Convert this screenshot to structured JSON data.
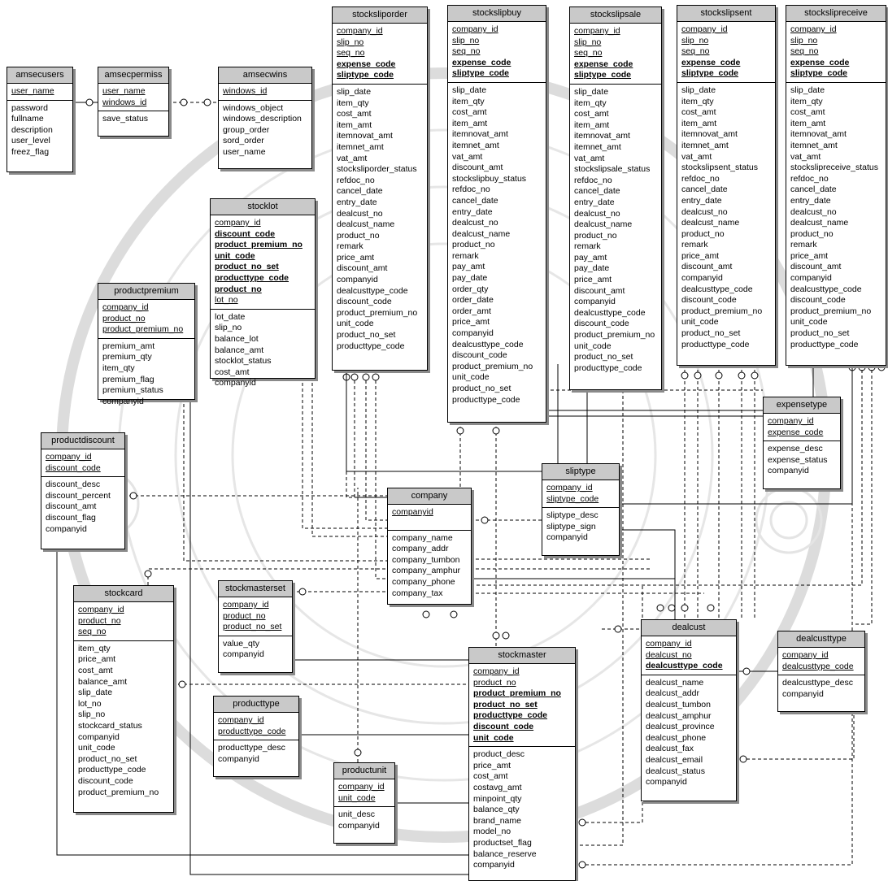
{
  "entities": [
    {
      "name": "amsecusers",
      "keys": [
        {
          "t": "user_name",
          "k": "pk"
        }
      ],
      "attrs": [
        "password",
        "fullname",
        "description",
        "user_level",
        "freez_flag"
      ]
    },
    {
      "name": "amsecpermiss",
      "keys": [
        {
          "t": "user_name",
          "k": "pk"
        },
        {
          "t": "windows_id",
          "k": "pk"
        }
      ],
      "attrs": [
        "save_status"
      ]
    },
    {
      "name": "amsecwins",
      "keys": [
        {
          "t": "windows_id",
          "k": "pk"
        }
      ],
      "attrs": [
        "windows_object",
        "windows_description",
        "group_order",
        "sord_order",
        "user_name"
      ]
    },
    {
      "name": "stocksliporder",
      "keys": [
        {
          "t": "company_id",
          "k": "pk"
        },
        {
          "t": "slip_no",
          "k": "pk"
        },
        {
          "t": "seq_no",
          "k": "pk"
        },
        {
          "t": "expense_code",
          "k": "fk"
        },
        {
          "t": "sliptype_code",
          "k": "fk"
        }
      ],
      "attrs": [
        "slip_date",
        "item_qty",
        "cost_amt",
        "item_amt",
        "itemnovat_amt",
        "itemnet_amt",
        "vat_amt",
        "stocksliporder_status",
        "refdoc_no",
        "cancel_date",
        "entry_date",
        "dealcust_no",
        "dealcust_name",
        "product_no",
        "remark",
        "price_amt",
        "discount_amt",
        "companyid",
        "dealcusttype_code",
        "discount_code",
        "product_premium_no",
        "unit_code",
        "product_no_set",
        "producttype_code"
      ]
    },
    {
      "name": "stockslipbuy",
      "keys": [
        {
          "t": "company_id",
          "k": "pk"
        },
        {
          "t": "slip_no",
          "k": "pk"
        },
        {
          "t": "seq_no",
          "k": "pk"
        },
        {
          "t": "expense_code",
          "k": "fk"
        },
        {
          "t": "sliptype_code",
          "k": "fk"
        }
      ],
      "attrs": [
        "slip_date",
        "item_qty",
        "cost_amt",
        "item_amt",
        "itemnovat_amt",
        "itemnet_amt",
        "vat_amt",
        "discount_amt",
        "stockslipbuy_status",
        "refdoc_no",
        "cancel_date",
        "entry_date",
        "dealcust_no",
        "dealcust_name",
        "product_no",
        "remark",
        "pay_amt",
        "pay_date",
        "order_qty",
        "order_date",
        "order_amt",
        "price_amt",
        "companyid",
        "dealcusttype_code",
        "discount_code",
        "product_premium_no",
        "unit_code",
        "product_no_set",
        "producttype_code"
      ]
    },
    {
      "name": "stockslipsale",
      "keys": [
        {
          "t": "company_id",
          "k": "pk"
        },
        {
          "t": "slip_no",
          "k": "pk"
        },
        {
          "t": "seq_no",
          "k": "pk"
        },
        {
          "t": "expense_code",
          "k": "fk"
        },
        {
          "t": "sliptype_code",
          "k": "fk"
        }
      ],
      "attrs": [
        "slip_date",
        "item_qty",
        "cost_amt",
        "item_amt",
        "itemnovat_amt",
        "itemnet_amt",
        "vat_amt",
        "stockslipsale_status",
        "refdoc_no",
        "cancel_date",
        "entry_date",
        "dealcust_no",
        "dealcust_name",
        "product_no",
        "remark",
        "pay_amt",
        "pay_date",
        "price_amt",
        "discount_amt",
        "companyid",
        "dealcusttype_code",
        "discount_code",
        "product_premium_no",
        "unit_code",
        "product_no_set",
        "producttype_code"
      ]
    },
    {
      "name": "stockslipsent",
      "keys": [
        {
          "t": "company_id",
          "k": "pk"
        },
        {
          "t": "slip_no",
          "k": "pk"
        },
        {
          "t": "seq_no",
          "k": "pk"
        },
        {
          "t": "expense_code",
          "k": "fk"
        },
        {
          "t": "sliptype_code",
          "k": "fk"
        }
      ],
      "attrs": [
        "slip_date",
        "item_qty",
        "cost_amt",
        "item_amt",
        "itemnovat_amt",
        "itemnet_amt",
        "vat_amt",
        "stockslipsent_status",
        "refdoc_no",
        "cancel_date",
        "entry_date",
        "dealcust_no",
        "dealcust_name",
        "product_no",
        "remark",
        "price_amt",
        "discount_amt",
        "companyid",
        "dealcusttype_code",
        "discount_code",
        "product_premium_no",
        "unit_code",
        "product_no_set",
        "producttype_code"
      ]
    },
    {
      "name": "stockslipreceive",
      "keys": [
        {
          "t": "company_id",
          "k": "pk"
        },
        {
          "t": "slip_no",
          "k": "pk"
        },
        {
          "t": "seq_no",
          "k": "pk"
        },
        {
          "t": "expense_code",
          "k": "fk"
        },
        {
          "t": "sliptype_code",
          "k": "fk"
        }
      ],
      "attrs": [
        "slip_date",
        "item_qty",
        "cost_amt",
        "item_amt",
        "itemnovat_amt",
        "itemnet_amt",
        "vat_amt",
        "stockslipreceive_status",
        "refdoc_no",
        "cancel_date",
        "entry_date",
        "dealcust_no",
        "dealcust_name",
        "product_no",
        "remark",
        "price_amt",
        "discount_amt",
        "companyid",
        "dealcusttype_code",
        "discount_code",
        "product_premium_no",
        "unit_code",
        "product_no_set",
        "producttype_code"
      ]
    },
    {
      "name": "stocklot",
      "keys": [
        {
          "t": "company_id",
          "k": "pk"
        },
        {
          "t": "discount_code",
          "k": "fk"
        },
        {
          "t": "product_premium_no",
          "k": "fk"
        },
        {
          "t": "unit_code",
          "k": "fk"
        },
        {
          "t": "product_no_set",
          "k": "fk"
        },
        {
          "t": "producttype_code",
          "k": "fk"
        },
        {
          "t": "product_no",
          "k": "fk"
        },
        {
          "t": "lot_no",
          "k": "pk"
        }
      ],
      "attrs": [
        "lot_date",
        "slip_no",
        "balance_lot",
        "balance_amt",
        "stocklot_status",
        "cost_amt",
        "companyid"
      ]
    },
    {
      "name": "productpremium",
      "keys": [
        {
          "t": "company_id",
          "k": "pk"
        },
        {
          "t": "product_no",
          "k": "pk"
        },
        {
          "t": "product_premium_no",
          "k": "pk"
        }
      ],
      "attrs": [
        "premium_amt",
        "premium_qty",
        "item_qty",
        "premium_flag",
        "premium_status",
        "companyid"
      ]
    },
    {
      "name": "productdiscount",
      "keys": [
        {
          "t": "company_id",
          "k": "pk"
        },
        {
          "t": "discount_code",
          "k": "pk"
        }
      ],
      "attrs": [
        "discount_desc",
        "discount_percent",
        "discount_amt",
        "discount_flag",
        "companyid"
      ]
    },
    {
      "name": "company",
      "keys": [
        {
          "t": "companyid",
          "k": "pk"
        }
      ],
      "attrs": [
        "company_name",
        "company_addr",
        "company_tumbon",
        "company_amphur",
        "company_phone",
        "company_tax"
      ]
    },
    {
      "name": "sliptype",
      "keys": [
        {
          "t": "company_id",
          "k": "pk"
        },
        {
          "t": "sliptype_code",
          "k": "pk"
        }
      ],
      "attrs": [
        "sliptype_desc",
        "sliptype_sign",
        "companyid"
      ]
    },
    {
      "name": "expensetype",
      "keys": [
        {
          "t": "company_id",
          "k": "pk"
        },
        {
          "t": "expense_code",
          "k": "pk"
        }
      ],
      "attrs": [
        "expense_desc",
        "expense_status",
        "companyid"
      ]
    },
    {
      "name": "stockcard",
      "keys": [
        {
          "t": "company_id",
          "k": "pk"
        },
        {
          "t": "product_no",
          "k": "pk"
        },
        {
          "t": "seq_no",
          "k": "pk"
        }
      ],
      "attrs": [
        "item_qty",
        "price_amt",
        "cost_amt",
        "balance_amt",
        "slip_date",
        "lot_no",
        "slip_no",
        "stockcard_status",
        "companyid",
        "unit_code",
        "product_no_set",
        "producttype_code",
        "discount_code",
        "product_premium_no"
      ]
    },
    {
      "name": "stockmasterset",
      "keys": [
        {
          "t": "company_id",
          "k": "pk"
        },
        {
          "t": "product_no",
          "k": "pk"
        },
        {
          "t": "product_no_set",
          "k": "pk"
        }
      ],
      "attrs": [
        "value_qty",
        "companyid"
      ]
    },
    {
      "name": "producttype",
      "keys": [
        {
          "t": "company_id",
          "k": "pk"
        },
        {
          "t": "producttype_code",
          "k": "pk"
        }
      ],
      "attrs": [
        "producttype_desc",
        "companyid"
      ]
    },
    {
      "name": "productunit",
      "keys": [
        {
          "t": "company_id",
          "k": "pk"
        },
        {
          "t": "unit_code",
          "k": "pk"
        }
      ],
      "attrs": [
        "unit_desc",
        "companyid"
      ]
    },
    {
      "name": "stockmaster",
      "keys": [
        {
          "t": "company_id",
          "k": "pk"
        },
        {
          "t": "product_no",
          "k": "pk"
        },
        {
          "t": "product_premium_no",
          "k": "fk"
        },
        {
          "t": "product_no_set",
          "k": "fk"
        },
        {
          "t": "producttype_code",
          "k": "fk"
        },
        {
          "t": "discount_code",
          "k": "fk"
        },
        {
          "t": "unit_code",
          "k": "fk"
        }
      ],
      "attrs": [
        "product_desc",
        "price_amt",
        "cost_amt",
        "costavg_amt",
        "minpoint_qty",
        "balance_qty",
        "brand_name",
        "model_no",
        "productset_flag",
        "balance_reserve",
        "companyid"
      ]
    },
    {
      "name": "dealcust",
      "keys": [
        {
          "t": "company_id",
          "k": "pk"
        },
        {
          "t": "dealcust_no",
          "k": "pk"
        },
        {
          "t": "dealcusttype_code",
          "k": "fk"
        }
      ],
      "attrs": [
        "dealcust_name",
        "dealcust_addr",
        "dealcust_tumbon",
        "dealcust_amphur",
        "dealcust_province",
        "dealcust_phone",
        "dealcust_fax",
        "dealcust_email",
        "dealcust_status",
        "companyid"
      ]
    },
    {
      "name": "dealcusttype",
      "keys": [
        {
          "t": "company_id",
          "k": "pk"
        },
        {
          "t": "dealcusttype_code",
          "k": "pk"
        }
      ],
      "attrs": [
        "dealcusttype_desc",
        "companyid"
      ]
    }
  ],
  "colors": {
    "header_fill": "#c9c9c9",
    "border": "#000000",
    "shadow": "#8a8a8a",
    "watermark": "#d8d8d8"
  }
}
